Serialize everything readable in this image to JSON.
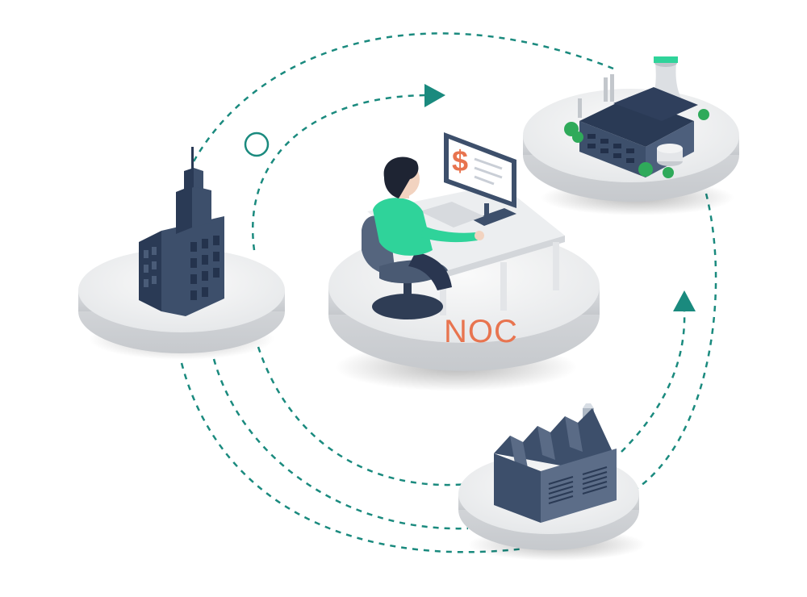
{
  "diagram": {
    "center_label": "NOC",
    "nodes": [
      {
        "id": "noc",
        "icon": "operator-workstation-icon"
      },
      {
        "id": "office",
        "icon": "office-tower-icon"
      },
      {
        "id": "power",
        "icon": "power-plant-icon"
      },
      {
        "id": "factory",
        "icon": "factory-icon"
      }
    ],
    "colors": {
      "connector": "#1a8a7e",
      "arrow": "#1a8a7e",
      "label": "#e8744f",
      "building_dark": "#2a3a55",
      "building_mid": "#3d4f6b",
      "platform_top": "#f1f2f4",
      "platform_side": "#cfd2d6",
      "shirt": "#2fd39a",
      "dollar": "#e8744f",
      "tree": "#2faa5a"
    }
  }
}
